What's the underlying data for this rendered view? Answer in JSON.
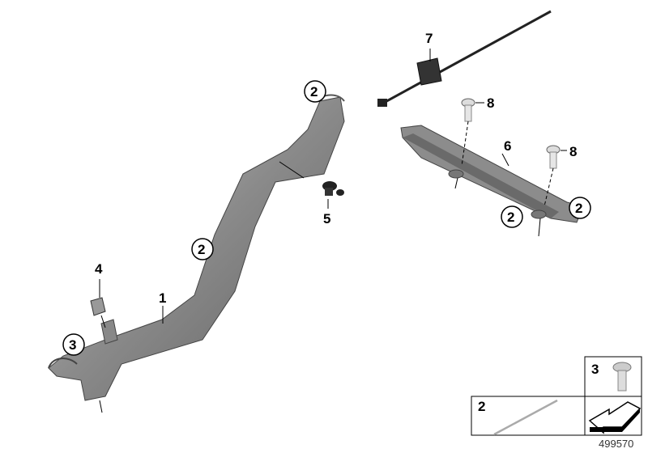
{
  "diagram": {
    "callouts": {
      "part1": "1",
      "part2": "2",
      "part3": "3",
      "part4": "4",
      "part5": "5",
      "part6": "6",
      "part7": "7",
      "part8": "8"
    },
    "legend": {
      "item3_label": "3",
      "item2_label": "2"
    },
    "diagram_number": "499570"
  }
}
